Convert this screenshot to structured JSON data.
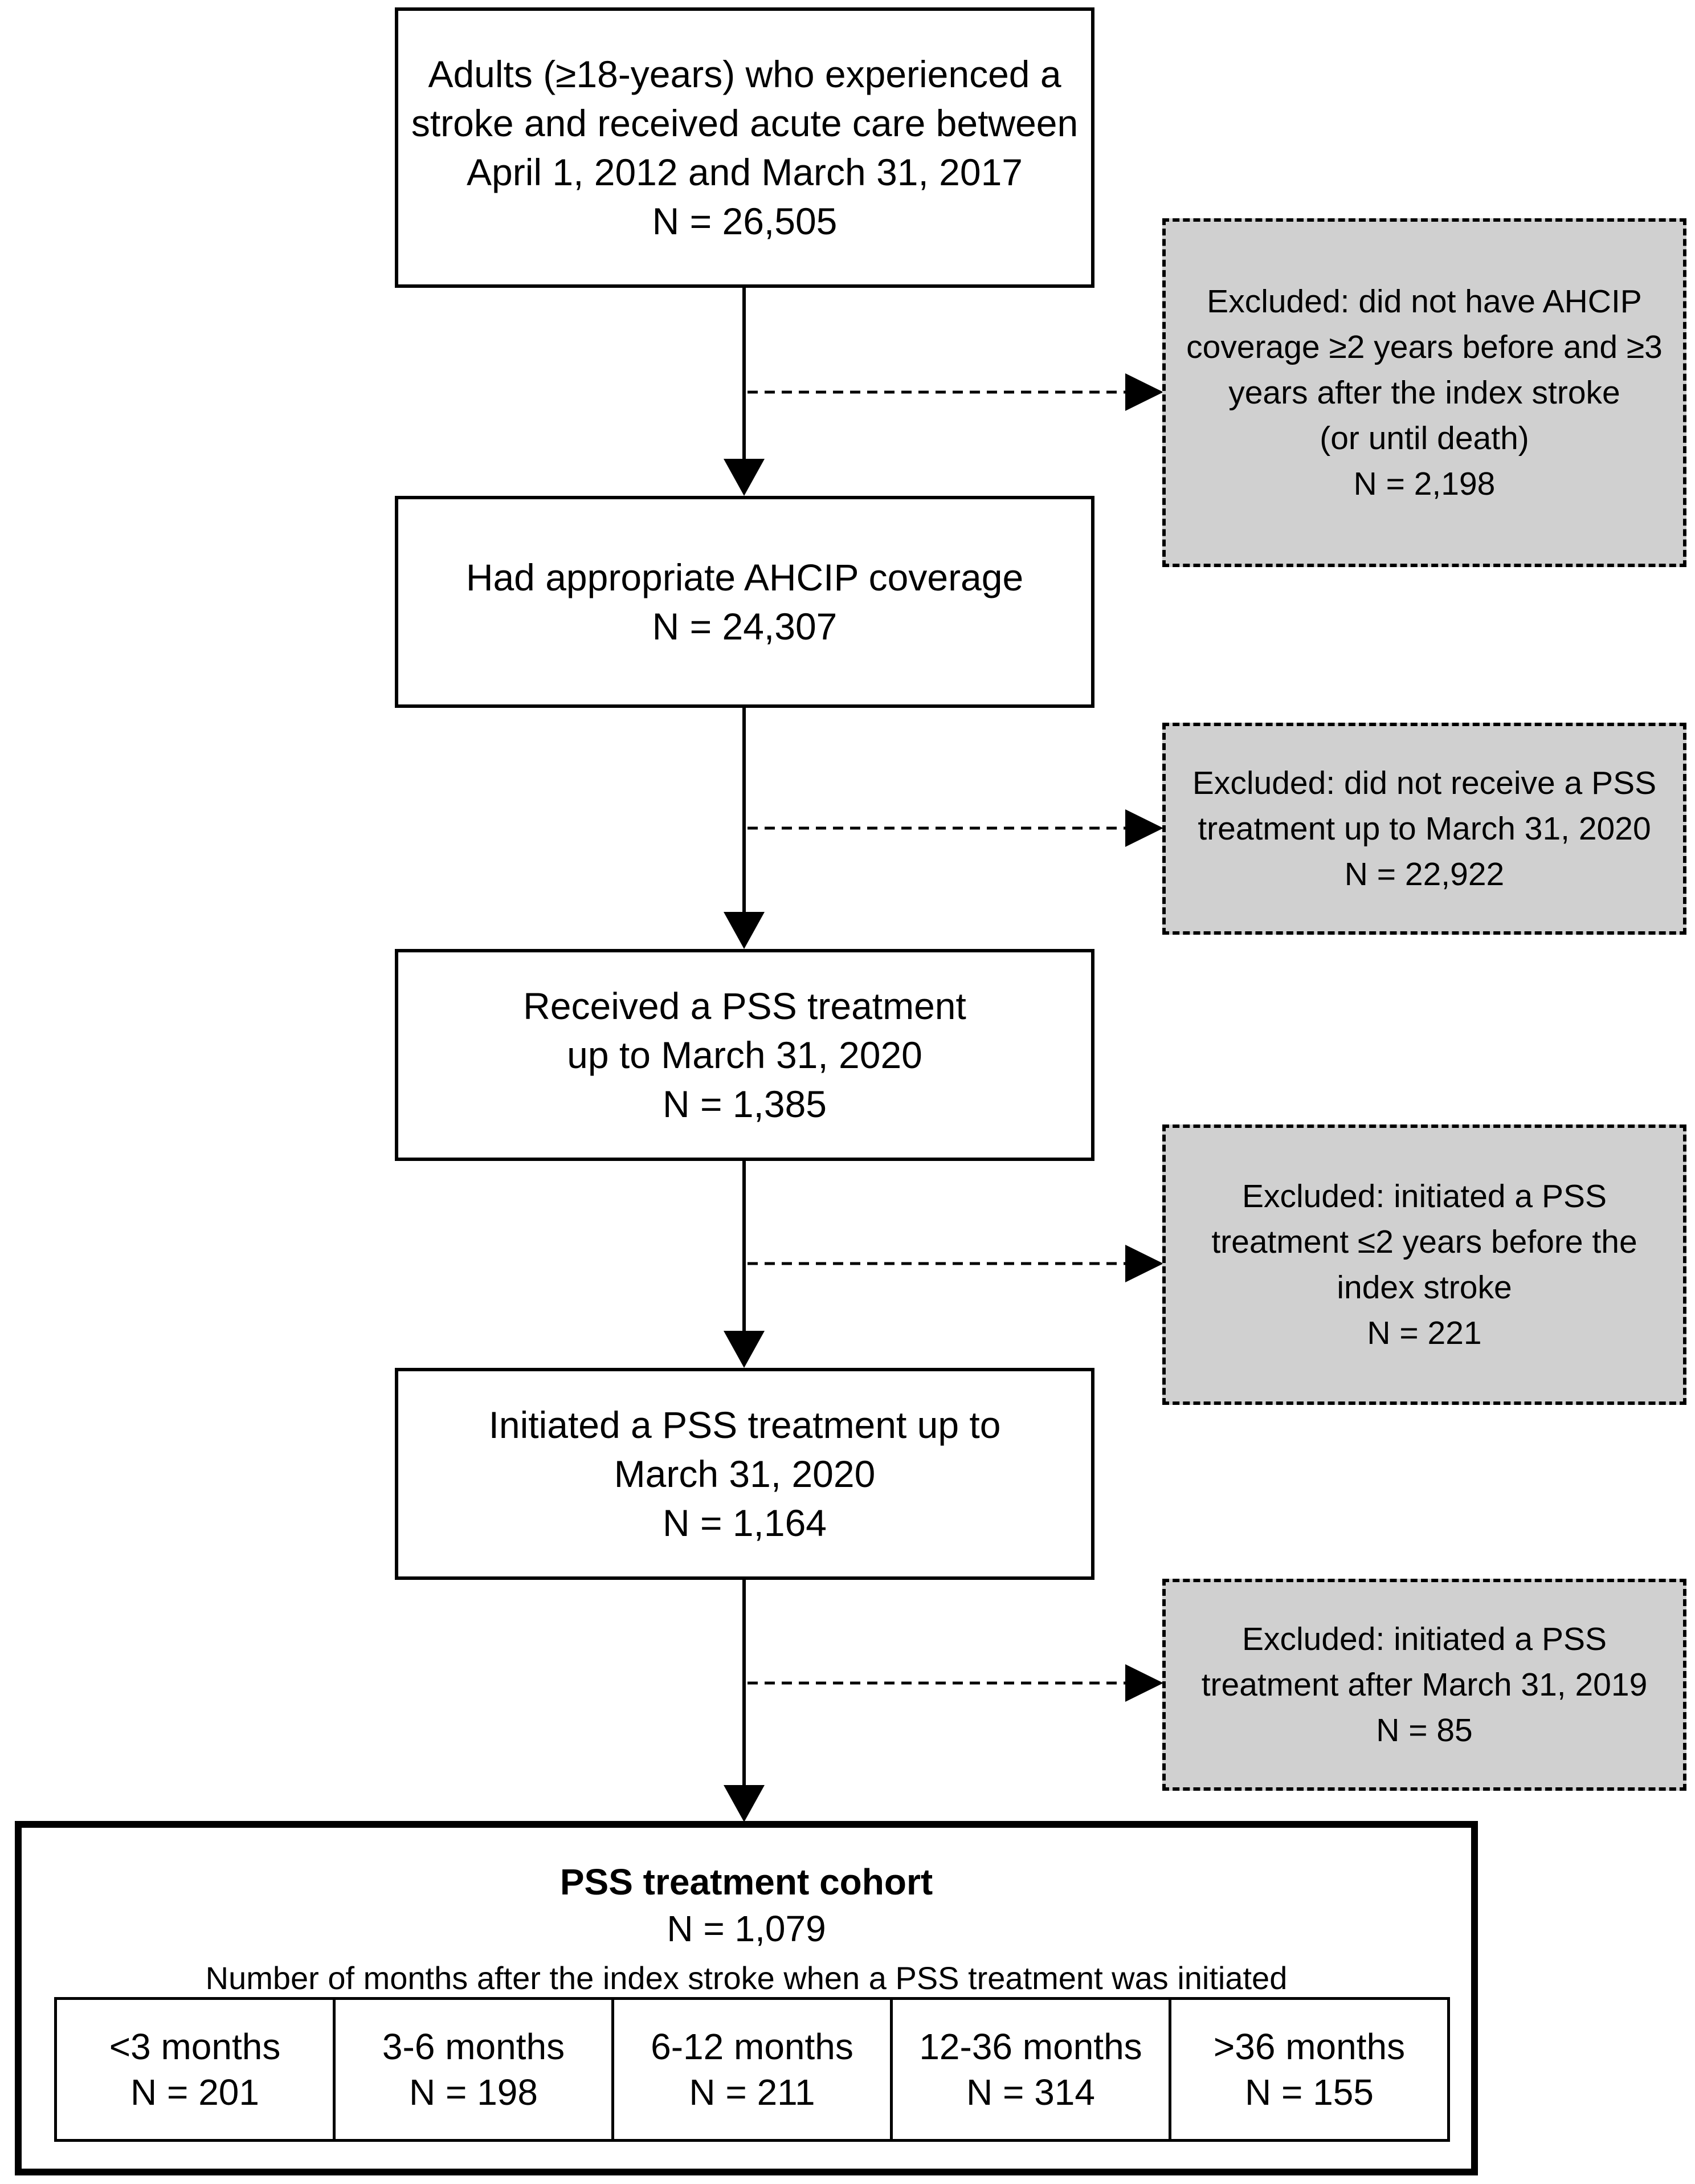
{
  "flow_boxes": [
    {
      "lines": [
        "Adults (≥18-years) who experienced a",
        "stroke and received acute care between",
        "April 1, 2012 and March 31, 2017",
        "N = 26,505"
      ]
    },
    {
      "lines": [
        "Had appropriate AHCIP coverage",
        "N = 24,307"
      ]
    },
    {
      "lines": [
        "Received a PSS treatment",
        "up to March 31, 2020",
        "N = 1,385"
      ]
    },
    {
      "lines": [
        "Initiated a PSS treatment up to",
        "March 31, 2020",
        "N = 1,164"
      ]
    }
  ],
  "exclusion_boxes": [
    {
      "lines": [
        "Excluded: did not have AHCIP",
        "coverage ≥2 years before and ≥3",
        "years after the index stroke",
        "(or until death)",
        "N = 2,198"
      ]
    },
    {
      "lines": [
        "Excluded: did not receive a PSS",
        "treatment up to March 31, 2020",
        "N = 22,922"
      ]
    },
    {
      "lines": [
        "Excluded: initiated a PSS",
        "treatment ≤2 years before the",
        "index stroke",
        "N = 221"
      ]
    },
    {
      "lines": [
        "Excluded: initiated a PSS",
        "treatment after March 31, 2019",
        "N = 85"
      ]
    }
  ],
  "cohort": {
    "title": "PSS treatment cohort",
    "n": "N = 1,079",
    "note": "Number of months after the index stroke when a PSS treatment was initiated",
    "groups": [
      {
        "label": "<3 months",
        "n": "N = 201"
      },
      {
        "label": "3-6 months",
        "n": "N = 198"
      },
      {
        "label": "6-12 months",
        "n": "N = 211"
      },
      {
        "label": "12-36 months",
        "n": "N = 314"
      },
      {
        "label": ">36 months",
        "n": "N = 155"
      }
    ]
  },
  "colors": {
    "exclusion_fill": "#d0d0d0",
    "line": "#000000"
  }
}
